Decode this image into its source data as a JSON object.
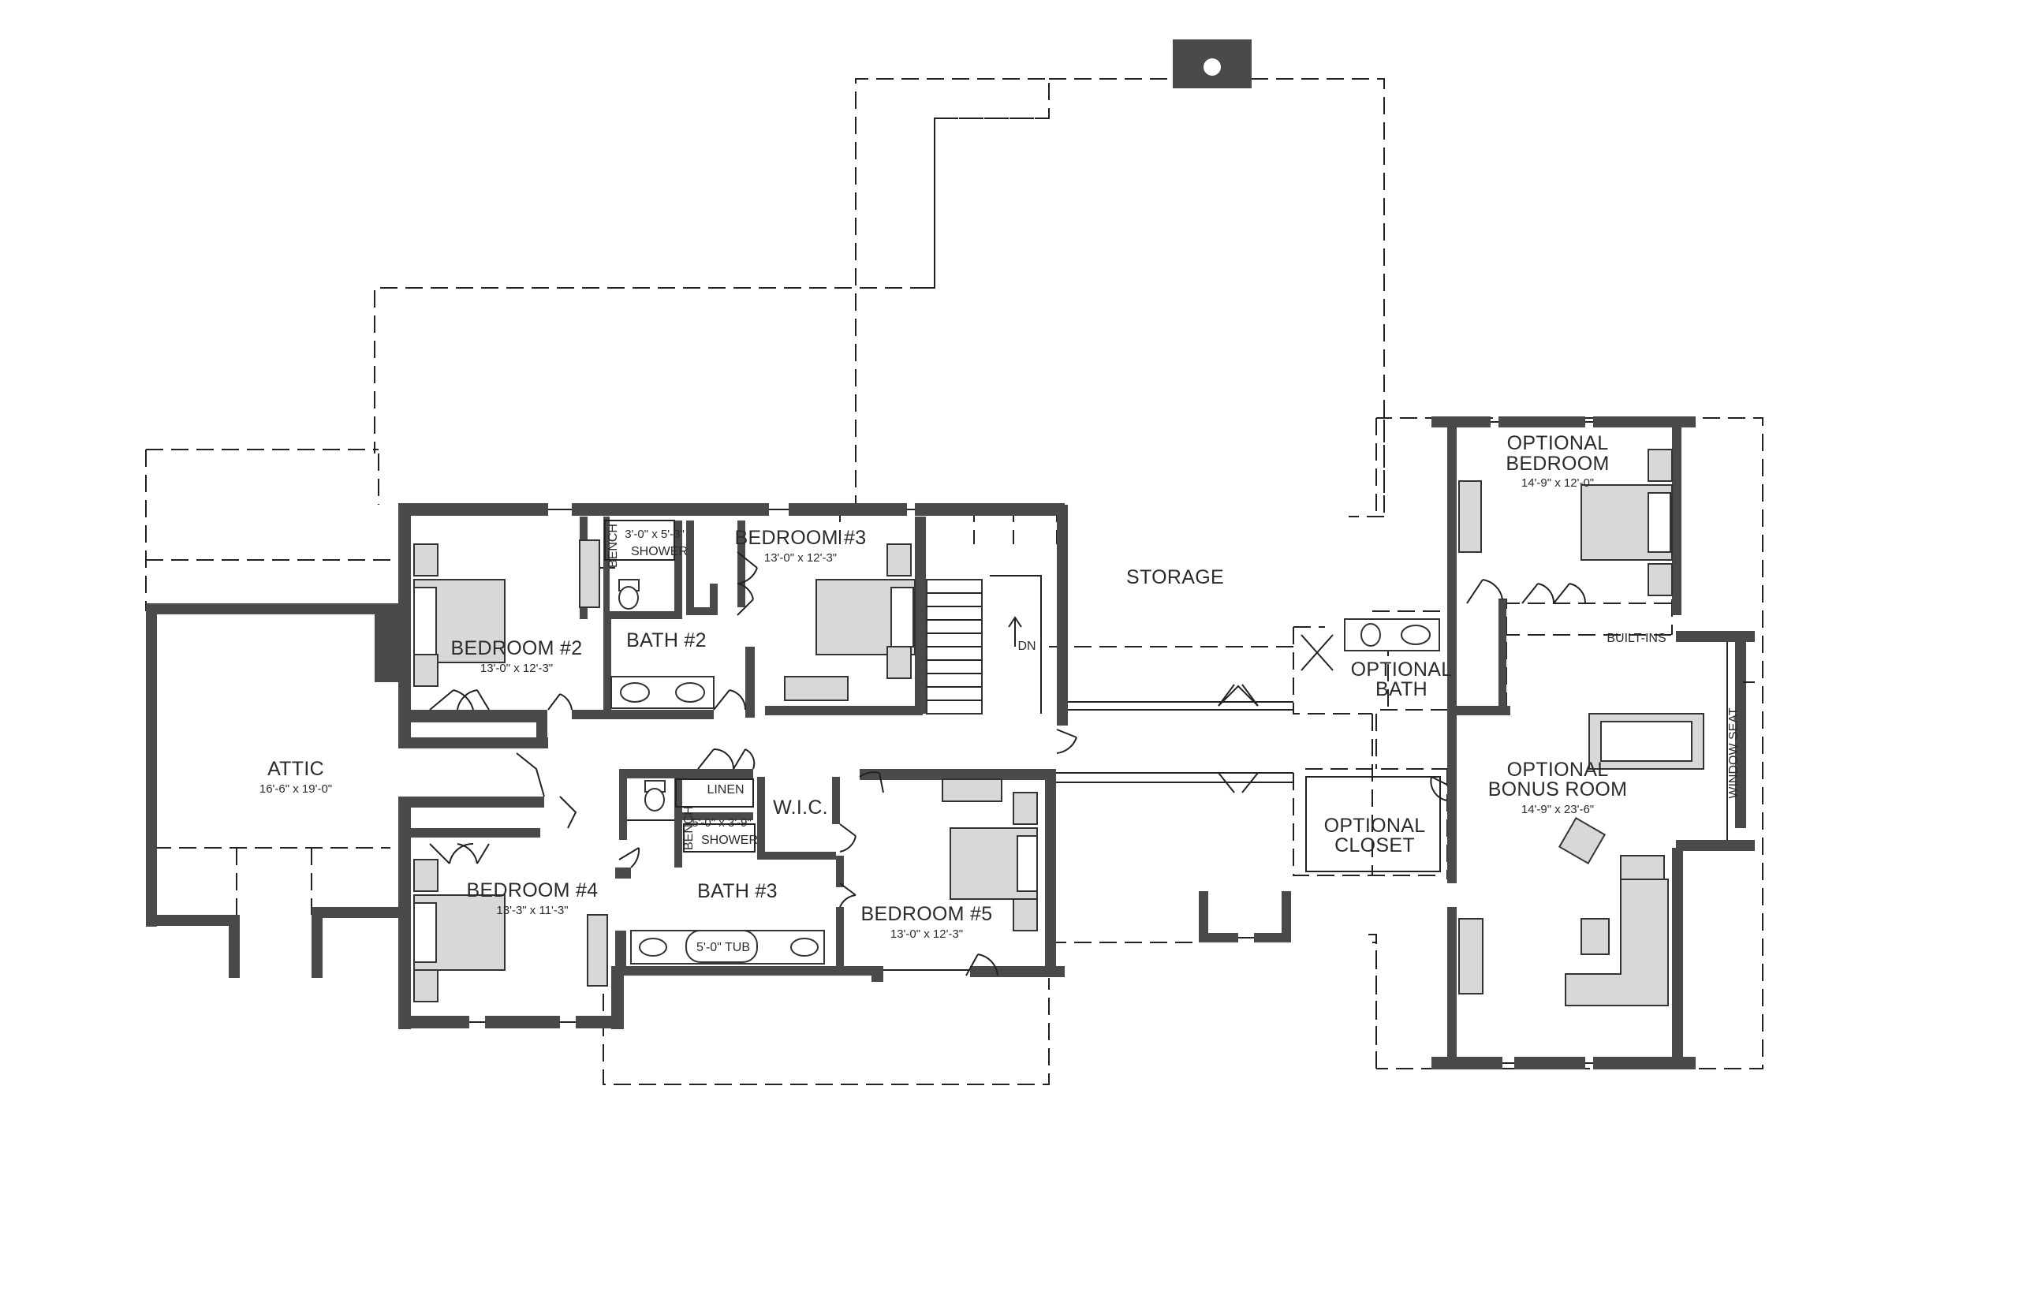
{
  "rooms": [
    {
      "id": "bedroom-2",
      "name": "BEDROOM #2",
      "size": "13'-0\" x 12'-3\""
    },
    {
      "id": "bedroom-3",
      "name": "BEDROOM #3",
      "size": "13'-0\" x 12'-3\""
    },
    {
      "id": "bedroom-4",
      "name": "BEDROOM #4",
      "size": "13'-3\" x 11'-3\""
    },
    {
      "id": "bedroom-5",
      "name": "BEDROOM #5",
      "size": "13'-0\" x 12'-3\""
    },
    {
      "id": "attic",
      "name": "ATTIC",
      "size": "16'-6\" x 19'-0\""
    },
    {
      "id": "optional-bedroom",
      "name": [
        "OPTIONAL",
        "BEDROOM"
      ],
      "size": "14'-9\" x 12'-0\""
    },
    {
      "id": "optional-bonus-room",
      "name": [
        "OPTIONAL",
        "BONUS ROOM"
      ],
      "size": "14'-9\" x 23'-6\""
    }
  ],
  "labels": {
    "bath2": "BATH #2",
    "bath3": "BATH #3",
    "storage": "STORAGE",
    "optional_bath": [
      "OPTIONAL",
      "BATH"
    ],
    "optional_closet": [
      "OPTIONAL",
      "CLOSET"
    ],
    "shower_top_size": "3'-0\" x 5'-3\"",
    "shower_top": "SHOWER",
    "shower_bottom_size": "5'-0\" x 3'-9\"",
    "shower_bottom": "SHOWER",
    "bench": "BENCH",
    "linen": "LINEN",
    "wic": "W.I.C.",
    "tub": "5'-0\" TUB",
    "stair_down": "DN",
    "built_ins": "BUILT-INS",
    "window_seat": "WINDOW SEAT"
  },
  "colors": {
    "wall": "#4a4a4a",
    "line": "#222222",
    "furniture": "#d8d8d8",
    "background": "#ffffff"
  },
  "icons": {
    "chimney": "chimney-flue-icon",
    "stair_arrow": "arrow-up-icon"
  }
}
